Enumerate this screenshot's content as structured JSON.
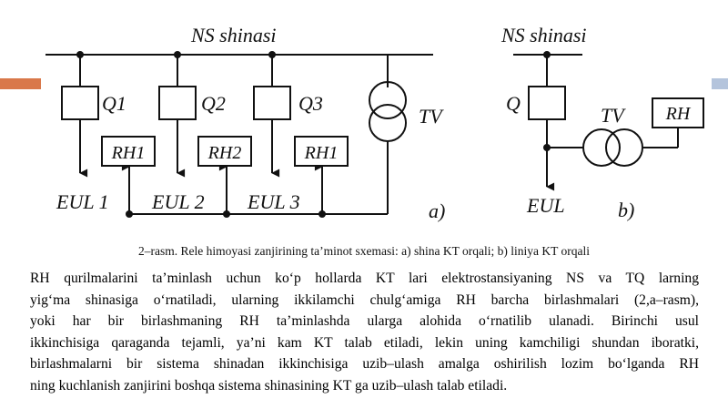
{
  "figure": {
    "left": {
      "bus_label": "NS shinasi",
      "breakers": [
        "Q1",
        "Q2",
        "Q3"
      ],
      "transformer": "TV",
      "relays": [
        "RH1",
        "RH2",
        "RH1"
      ],
      "lines": [
        "EUL 1",
        "EUL 2",
        "EUL 3"
      ],
      "tag": "a)"
    },
    "right": {
      "bus_label": "NS shinasi",
      "breaker": "Q",
      "transformer": "TV",
      "relay": "RH",
      "line": "EUL",
      "tag": "b)"
    }
  },
  "caption": "2–rasm. Rele himoyasi zanjirining ta’minot sxemasi: a) shina KT orqali; b) liniya KT orqali",
  "paragraph_lines": [
    "RH qurilmalarini ta’minlash uchun ko‘p hollarda KT lari elektrostansiyaning NS va TQ larning",
    "yig‘ma shinasiga o‘rnatiladi, ularning ikkilamchi chulg‘amiga RH barcha birlashmalari (2,a–rasm),",
    "yoki har bir birlashmaning RH ta’minlashda ularga alohida o‘rnatilib ulanadi. Birinchi usul",
    "ikkinchisiga qaraganda tejamli, ya’ni kam KT talab etiladi, lekin uning kamchiligi shundan iboratki,",
    "birlashmalarni bir sistema shinadan ikkinchisiga uzib–ulash amalga oshirilish lozim bo‘lganda RH",
    "ning kuchlanish zanjirini boshqa sistema shinasining KT ga uzib–ulash talab etiladi."
  ],
  "colors": {
    "left_accent": "#d9784a",
    "right_accent": "#b4c4dc"
  }
}
